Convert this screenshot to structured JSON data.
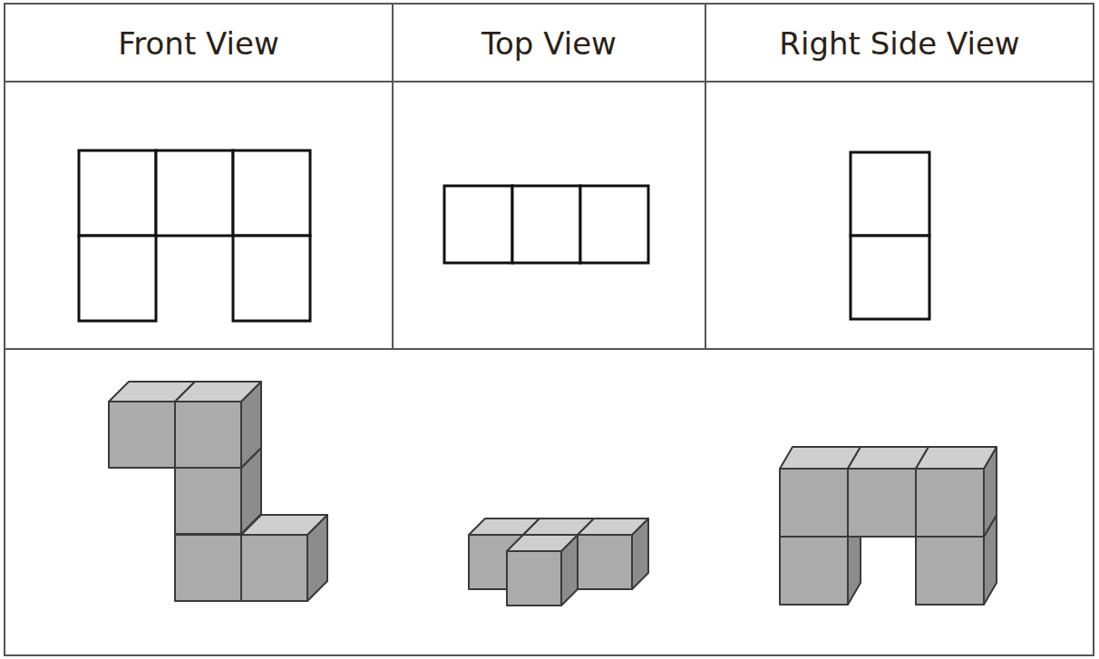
{
  "diagram": {
    "labels": [
      "Front View",
      "Top View",
      "Right Side View"
    ]
  }
}
